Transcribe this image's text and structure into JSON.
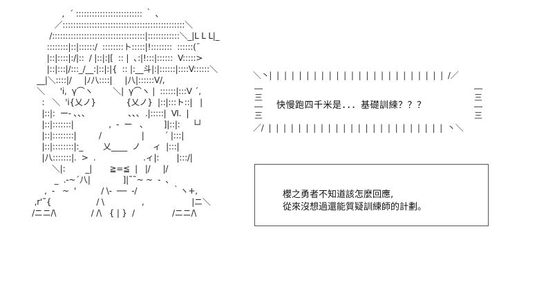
{
  "art": {
    "text": "                 ,  ´ ::::::::::::::::::::::::: ｀ ､\n              ／::::::::::::::::::::::::::::::::::::::::::::::＼\n            /:::::::::::::::::::::::::::::::::::|::::::::::::＼_|L L L|_\n           ::::::::|::|::::::/  ::::::::ト:::::|!::::::::  ::::::(¯\n           |::|::::|:/|::  / |::|:|[  :: |  ､:|!:::|::::::  V:::::>\n           |::|:::|/:::_/__:|::|:|{  :: |:__斗|:|::::::|::::V::::::＼\n       __|＼::::|/     |ﾉ八::::|     |八|::::::V/,\n       ＼      'i,  γ⌒ヽ        ＼|  γ⌒ヽ |  ::::::|:::V ´,\n         :   ＼  'i{乂ノ}            {乂ノ}  |::|:::ト::|   |\n         |::|:  ー- ､､､                 ､､､  .|:::::|  Ⅵ.  |\n         |::|:::::::|              ,  -  ー   ､        ]|::|:     └┘\n         |::|::::::::|         /                |        ´ |:::|\n         |::|::::::::|:_        乂____  ノ     ィ  |:::|\n         |八:::::::|.  >  .                   .ィ|:       |:::/|\n             ＼|:        _|       ≧=≦  |   |/     |/\n              _  .-~´八|             ]|˜˜~ ~  -  ､\n          ,  -   ~  '          / \\-  ──  -/              ｀ヽ+,\n      ,r'˜{                  / \\               ,                   |ニ＼\n     /ニニ/\\              / /\\   { | }  /               /ニニ/\\"
  },
  "shout": {
    "top_rule": "＼丶|  |  |  |  |  |  |  |  |  |  |  |  |  |  |  |  |  |  |  |  |  |  |  |  /／",
    "bottom_rule": "／/  |  |  |  |  |  |  |  |  |  |  |  |  |  |  |  |  |  |  |  |  |  |  |  |  丶＼",
    "left_marks": "―\n三\n―\n三",
    "right_marks": "―\n三\n―\n三",
    "text": "快慢跑四千米是．．．基礎訓練？？？"
  },
  "narration": {
    "line1": "櫻之勇者不知道該怎麼回應,",
    "line2": "從來沒想過還能質疑訓練師的計劃。"
  }
}
